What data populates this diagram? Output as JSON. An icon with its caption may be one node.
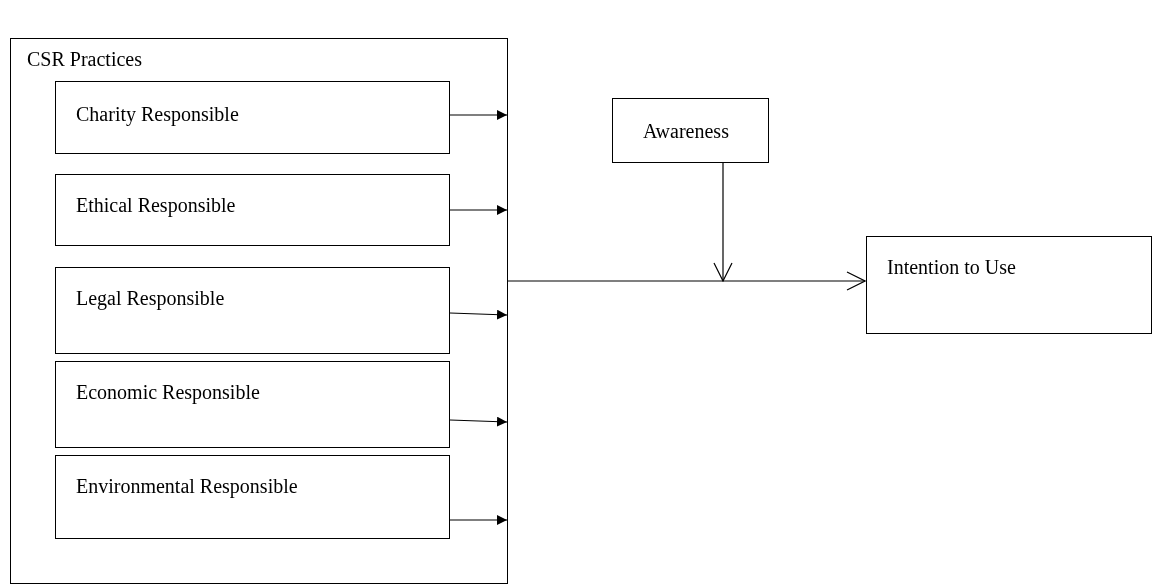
{
  "diagram": {
    "nodes": [
      {
        "text": [
          "CSR Practices"
        ]
      },
      {
        "text": [
          "Charity Responsible"
        ],
        "in": 0
      },
      {
        "text": [
          "Ethical Responsible"
        ],
        "in": 0
      },
      {
        "text": [
          "Legal Responsible"
        ],
        "in": 0
      },
      {
        "text": [
          "Economic Responsible"
        ],
        "in": 0
      },
      {
        "text": [
          "Environmental Responsible"
        ],
        "in": 0
      },
      {
        "text": [
          "Awareness"
        ]
      },
      {
        "text": [
          "Intention to Use"
        ]
      }
    ],
    "edges": [
      {
        "from": 1,
        "to": 0,
        "arrow": "to"
      },
      {
        "from": 2,
        "to": 0,
        "arrow": "to"
      },
      {
        "from": 3,
        "to": 0,
        "arrow": "to"
      },
      {
        "from": 4,
        "to": 0,
        "arrow": "to"
      },
      {
        "from": 5,
        "to": 0,
        "arrow": "to"
      },
      {
        "from": 0,
        "to": 7,
        "arrow": "to"
      },
      {
        "from": 6,
        "to": null,
        "arrow": "to"
      }
    ]
  }
}
